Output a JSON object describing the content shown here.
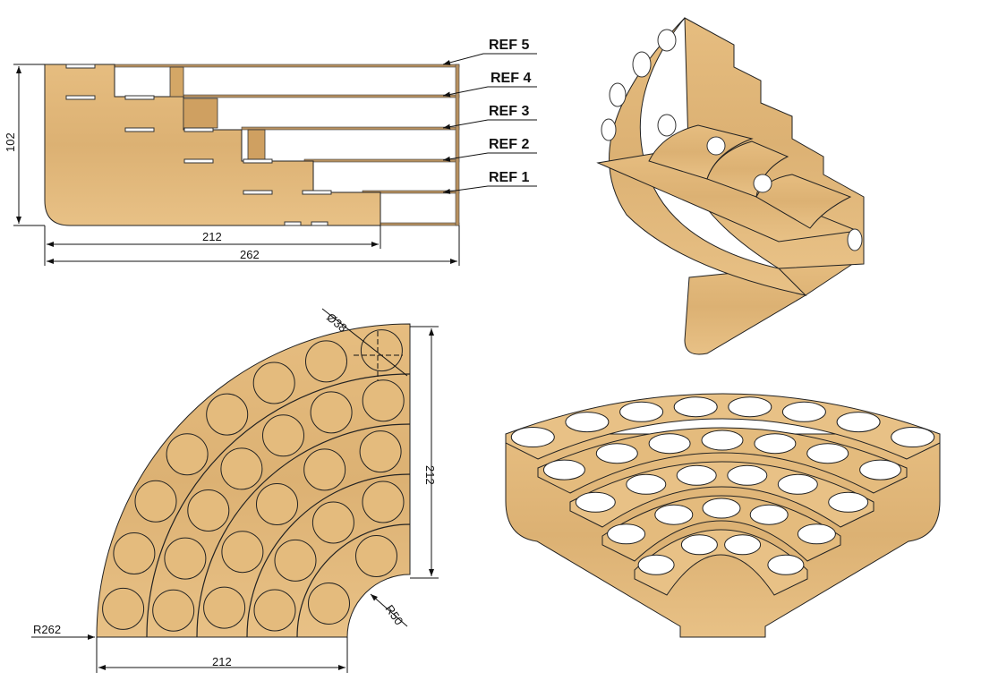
{
  "side_view": {
    "refs": [
      "REF 5",
      "REF 4",
      "REF 3",
      "REF 2",
      "REF 1"
    ],
    "dim_height": "102",
    "dim_inner_width": "212",
    "dim_total_width": "262"
  },
  "plan_view": {
    "dim_hole": "Ø38",
    "dim_height": "212",
    "dim_width": "212",
    "dim_outer_radius": "R262",
    "dim_inner_radius": "R50",
    "rings": 5
  },
  "colors": {
    "wood": "#e2b779",
    "wood_dark": "#c99a5b",
    "line": "#111111"
  }
}
